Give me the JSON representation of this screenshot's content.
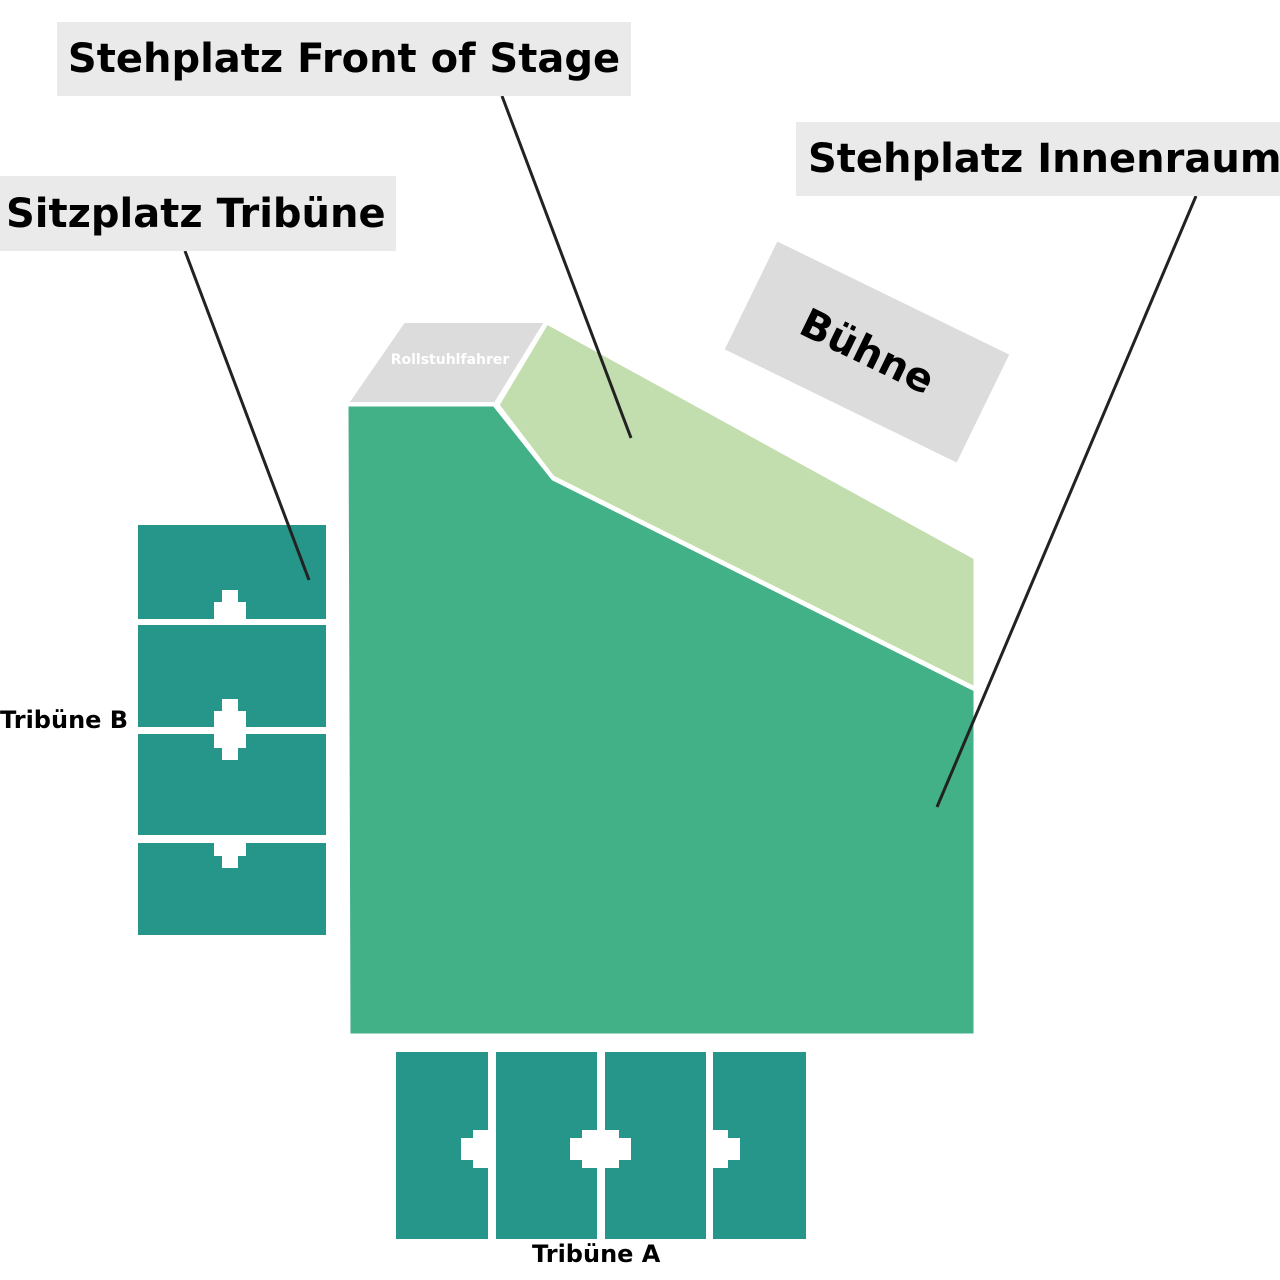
{
  "labels": {
    "front_of_stage": "Stehplatz Front of Stage",
    "innenraum": "Stehplatz Innenraum",
    "sitzplatz": "Sitzplatz Tribüne",
    "stage": "Bühne",
    "wheelchair": "Rollstuhlfahrer",
    "tribune_b": "Tribüne B",
    "tribune_a": "Tribüne A"
  },
  "colors": {
    "innenraum": "#43b187",
    "front_of_stage": "#c3deae",
    "tribune": "#26958a",
    "wheelchair": "#dcdcdc",
    "stage": "#dcdcdc",
    "callout_bg": "#eaeaea",
    "leader_line": "#222222"
  }
}
